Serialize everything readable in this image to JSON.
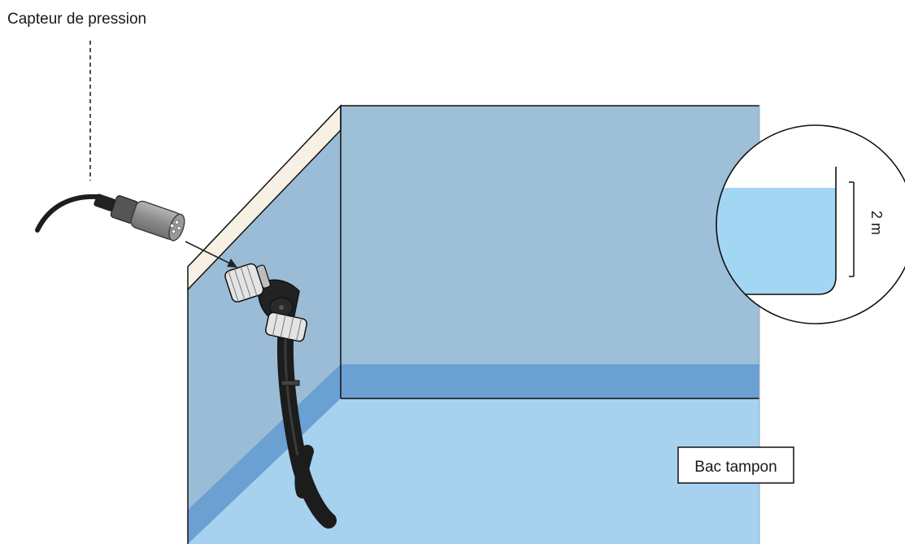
{
  "labels": {
    "sensor": "Capteur de pression",
    "tank": "Bac tampon",
    "depth": "2 m"
  },
  "colors": {
    "back_wall": "#9dbfd8",
    "side_wall": "#9bbcd6",
    "water_band": "#6aa0d2",
    "floor": "#a6d2f0",
    "rim": "#f7f0e4",
    "inset_water": "#a2d6f2",
    "hose": "#2a2a2a",
    "sensor_body": "#8c8c8c"
  }
}
